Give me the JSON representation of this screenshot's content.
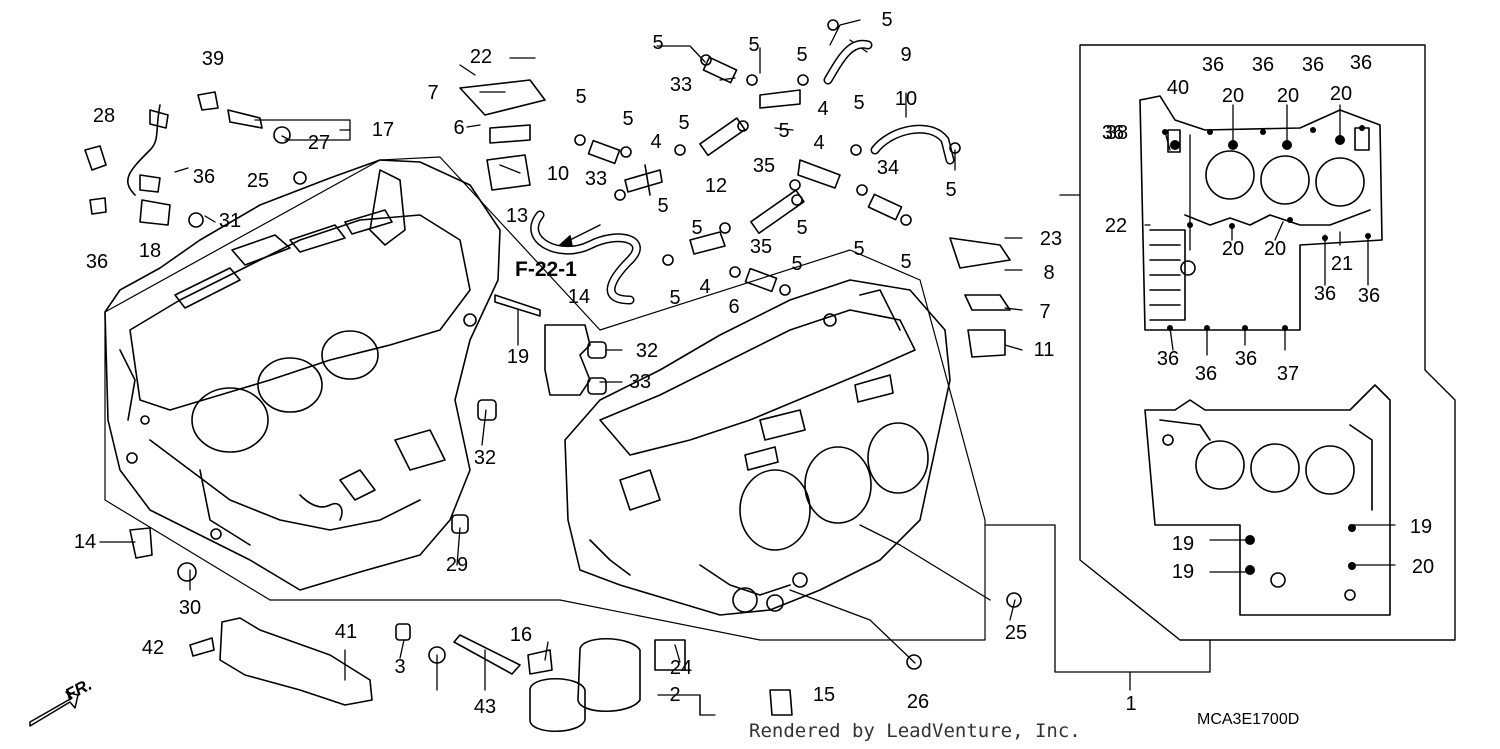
{
  "diagram": {
    "reference_link": "F-22-1",
    "front_label": "FR.",
    "diagram_code": "MCA3E1700D",
    "credit": "Rendered by LeadVenture, Inc.",
    "callouts": [
      "1",
      "2",
      "3",
      "4",
      "4",
      "4",
      "4",
      "5",
      "5",
      "5",
      "5",
      "5",
      "5",
      "5",
      "5",
      "5",
      "5",
      "5",
      "5",
      "5",
      "5",
      "5",
      "5",
      "5",
      "6",
      "6",
      "7",
      "7",
      "8",
      "9",
      "10",
      "10",
      "11",
      "12",
      "13",
      "14",
      "14",
      "15",
      "16",
      "17",
      "18",
      "19",
      "19",
      "19",
      "19",
      "20",
      "20",
      "20",
      "20",
      "20",
      "20",
      "21",
      "22",
      "22",
      "23",
      "24",
      "25",
      "25",
      "26",
      "27",
      "28",
      "29",
      "30",
      "31",
      "32",
      "32",
      "33",
      "33",
      "33",
      "34",
      "35",
      "35",
      "36",
      "36",
      "36",
      "36",
      "36",
      "36",
      "36",
      "36",
      "36",
      "36",
      "36",
      "36",
      "37",
      "38",
      "39",
      "40",
      "41",
      "42",
      "43"
    ]
  }
}
